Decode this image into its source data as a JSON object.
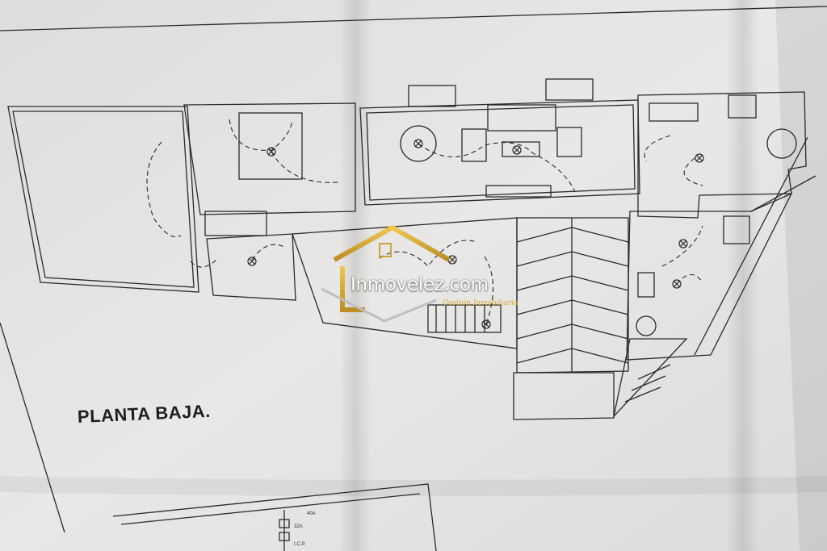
{
  "photo": {
    "subject": "Printed architectural floor plan sheet, folded paper",
    "plan_title": "PLANTA BAJA.",
    "watermark": {
      "brand": "Inmovelez.com",
      "tagline": "Gestión Inmobiliaria"
    },
    "colors": {
      "paper": "#e6e5e3",
      "paper_shadow": "#c8c7c5",
      "ink": "#2a2a2a",
      "watermark_gold": "#d4a92d"
    },
    "panel_labels": [
      "40A",
      "32A",
      "I.C.P."
    ]
  }
}
